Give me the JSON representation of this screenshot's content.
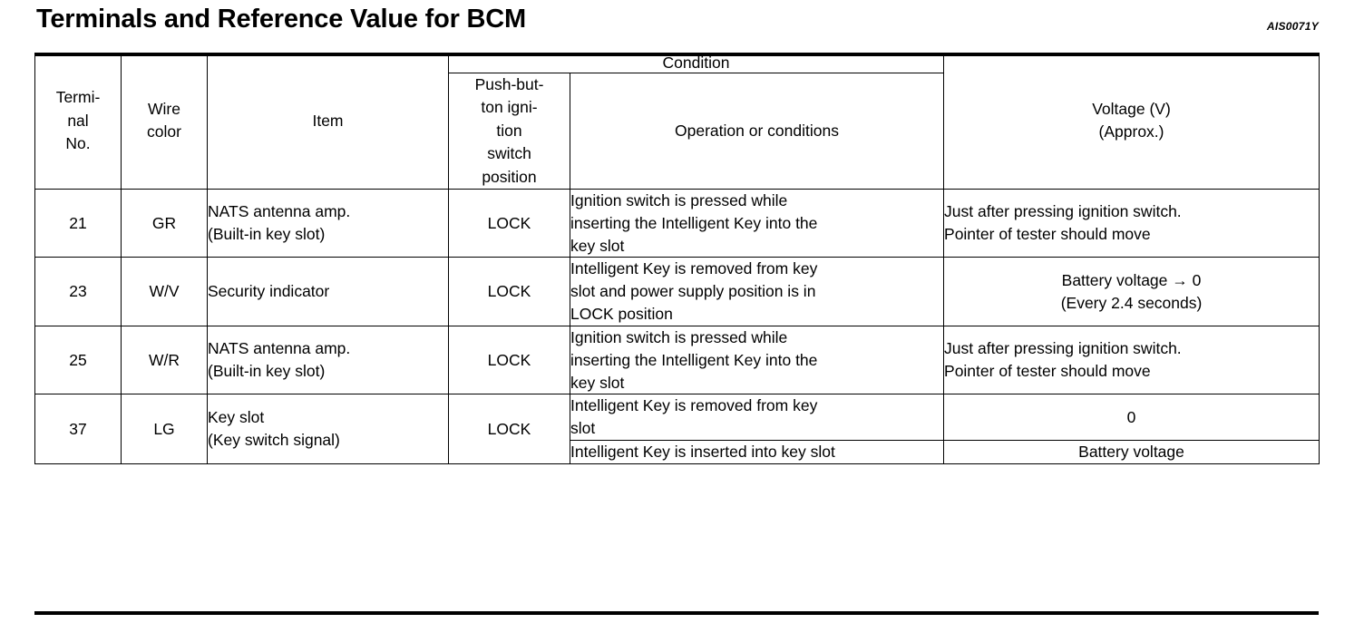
{
  "document": {
    "title": "Terminals and Reference Value for BCM",
    "figure_code": "AIS0071Y"
  },
  "table": {
    "headers": {
      "terminal_no": "Termi-\nnal\nNo.",
      "terminal_no_lines": [
        "Termi-",
        "nal",
        "No."
      ],
      "wire_color": "Wire\ncolor",
      "wire_color_lines": [
        "Wire",
        "color"
      ],
      "item": "Item",
      "condition": "Condition",
      "push_button_position": "Push-but-\nton igni-\ntion\nswitch\nposition",
      "push_button_position_lines": [
        "Push-but-",
        "ton igni-",
        "tion",
        "switch",
        "position"
      ],
      "operation_or_conditions": "Operation or conditions",
      "voltage": "Voltage (V)\n(Approx.)",
      "voltage_lines": [
        "Voltage (V)",
        "(Approx.)"
      ]
    },
    "rows": [
      {
        "terminal_no": "21",
        "wire_color": "GR",
        "item_lines": [
          "NATS antenna amp.",
          "(Built-in key slot)"
        ],
        "push_button_position": "LOCK",
        "conditions": [
          {
            "operation_lines": [
              "Ignition switch is pressed while",
              "inserting the Intelligent Key into the",
              "key slot"
            ],
            "voltage_lines": [
              "Just after pressing ignition switch.",
              "Pointer of tester should move"
            ],
            "voltage_align": "left"
          }
        ]
      },
      {
        "terminal_no": "23",
        "wire_color": "W/V",
        "item_lines": [
          "Security indicator"
        ],
        "push_button_position": "LOCK",
        "conditions": [
          {
            "operation_lines": [
              "Intelligent Key is removed from key",
              "slot and power supply position is in",
              "LOCK position"
            ],
            "voltage_lines": [
              "Battery voltage → 0",
              "(Every 2.4 seconds)"
            ],
            "voltage_align": "center"
          }
        ]
      },
      {
        "terminal_no": "25",
        "wire_color": "W/R",
        "item_lines": [
          "NATS antenna amp.",
          "(Built-in key slot)"
        ],
        "push_button_position": "LOCK",
        "conditions": [
          {
            "operation_lines": [
              "Ignition switch is pressed while",
              "inserting the Intelligent Key into the",
              "key slot"
            ],
            "voltage_lines": [
              "Just after pressing ignition switch.",
              "Pointer of tester should move"
            ],
            "voltage_align": "left"
          }
        ]
      },
      {
        "terminal_no": "37",
        "wire_color": "LG",
        "item_lines": [
          "Key slot",
          "(Key switch signal)"
        ],
        "push_button_position": "LOCK",
        "conditions": [
          {
            "operation_lines": [
              "Intelligent Key is removed from key",
              "slot"
            ],
            "voltage_lines": [
              "0"
            ],
            "voltage_align": "center"
          },
          {
            "operation_lines": [
              "Intelligent Key is inserted into key slot"
            ],
            "voltage_lines": [
              "Battery voltage"
            ],
            "voltage_align": "center"
          }
        ]
      }
    ]
  }
}
